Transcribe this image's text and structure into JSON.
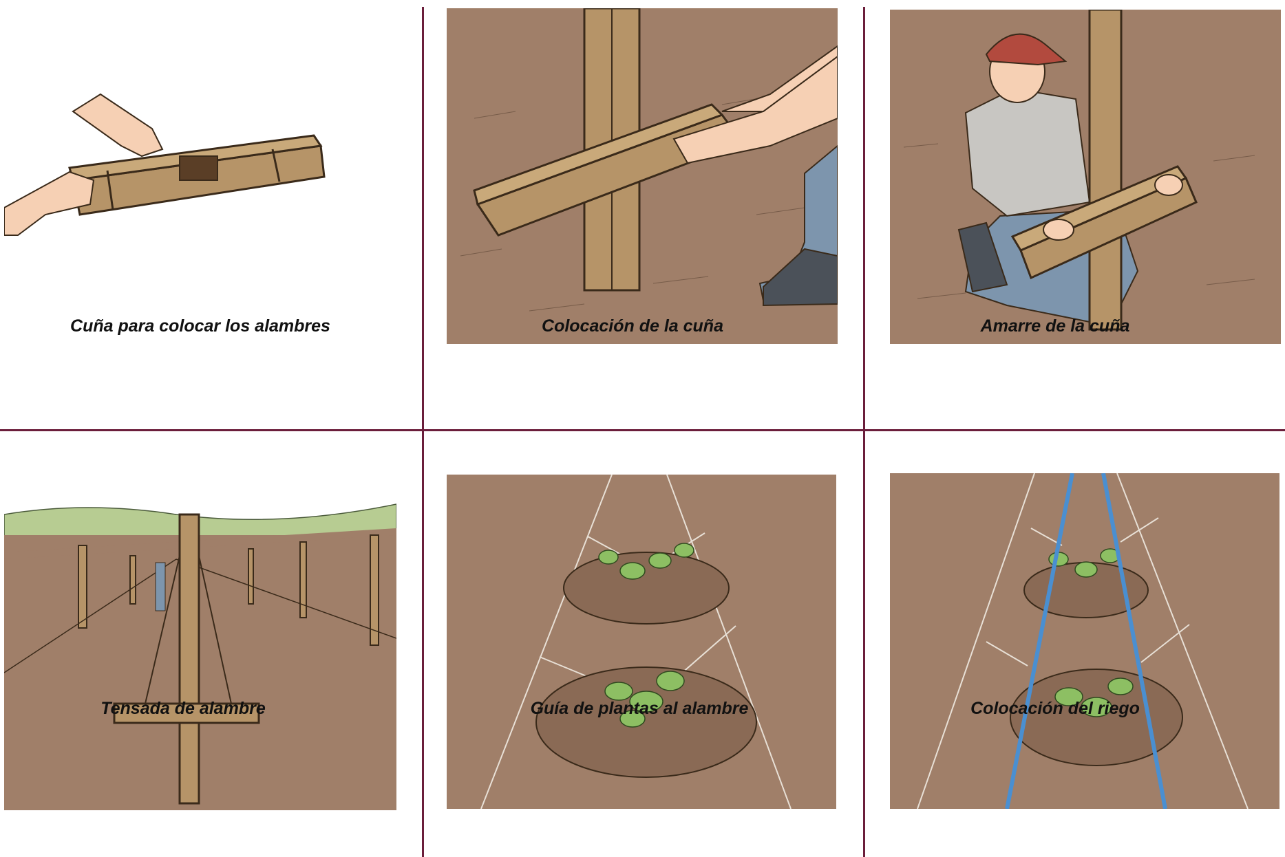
{
  "panels": [
    {
      "id": "wedge",
      "caption": "Cuña para colocar los alambres"
    },
    {
      "id": "placement",
      "caption": "Colocación de la cuña"
    },
    {
      "id": "tying",
      "caption": "Amarre de la cuña"
    },
    {
      "id": "tensioning",
      "caption": "Tensada de alambre"
    },
    {
      "id": "guiding",
      "caption": "Guía de plantas al alambre"
    },
    {
      "id": "irrigation",
      "caption": "Colocación del riego"
    }
  ],
  "colors": {
    "divider": "#6b1e3b",
    "soil": "#a07f69",
    "wood": "#b69468",
    "skin": "#f6d0b4",
    "plants": "#8dbf63",
    "irrigation_hose": "#4a8fd1",
    "sky_hills": "#b7cc92"
  }
}
